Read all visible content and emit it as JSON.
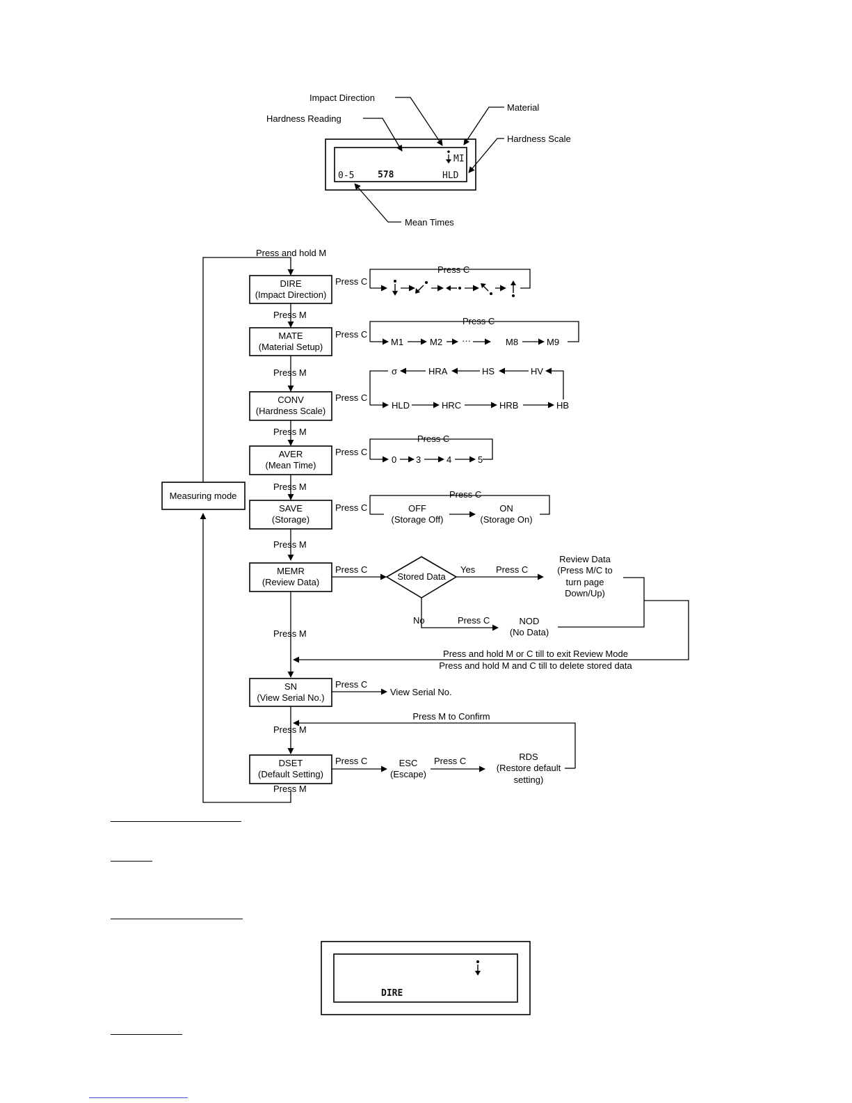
{
  "display_legend": {
    "impact_direction": "Impact Direction",
    "hardness_reading": "Hardness Reading",
    "material": "Material",
    "hardness_scale": "Hardness Scale",
    "mean_times": "Mean Times",
    "lcd_reading": "578",
    "lcd_material": "MI",
    "lcd_scale": "HLD",
    "lcd_mean": "0-5"
  },
  "flow": {
    "press_hold_m": "Press and hold M",
    "press_m": "Press M",
    "press_c": "Press C",
    "measuring_mode": "Measuring mode",
    "dire": {
      "title": "DIRE",
      "subtitle": "(Impact Direction)"
    },
    "mate": {
      "title": "MATE",
      "subtitle": "(Material Setup)",
      "items": [
        "M1",
        "M2",
        "···",
        "M8",
        "M9"
      ]
    },
    "conv": {
      "title": "CONV",
      "subtitle": "(Hardness Scale)",
      "top_row": [
        "σ",
        "HRA",
        "HS",
        "HV"
      ],
      "bottom_row": [
        "HLD",
        "HRC",
        "HRB",
        "HB"
      ]
    },
    "aver": {
      "title": "AVER",
      "subtitle": "(Mean Time)",
      "items": [
        "0",
        "3",
        "4",
        "5"
      ]
    },
    "save": {
      "title": "SAVE",
      "subtitle": "(Storage)",
      "off": "OFF",
      "off_sub": "(Storage Off)",
      "on": "ON",
      "on_sub": "(Storage On)"
    },
    "memr": {
      "title": "MEMR",
      "subtitle": "(Review Data)",
      "decision": "Stored Data",
      "yes": "Yes",
      "no": "No",
      "review_lines": [
        "Review Data",
        "(Press M/C to",
        "turn page",
        "Down/Up)"
      ],
      "nod": "NOD",
      "nod_sub": "(No Data)",
      "exit_note_1": "Press and hold M or C till to exit Review Mode",
      "exit_note_2": "Press and hold M and C till to delete stored data"
    },
    "sn": {
      "title": "SN",
      "subtitle": "(View Serial No.)",
      "view": "View Serial No."
    },
    "dset": {
      "title": "DSET",
      "subtitle": "(Default Setting)",
      "esc": "ESC",
      "esc_sub": "(Escape)",
      "rds_lines": [
        "RDS",
        "(Restore default",
        "setting)"
      ],
      "confirm": "Press M to Confirm"
    }
  },
  "lcd_bottom": {
    "text": "DIRE"
  }
}
